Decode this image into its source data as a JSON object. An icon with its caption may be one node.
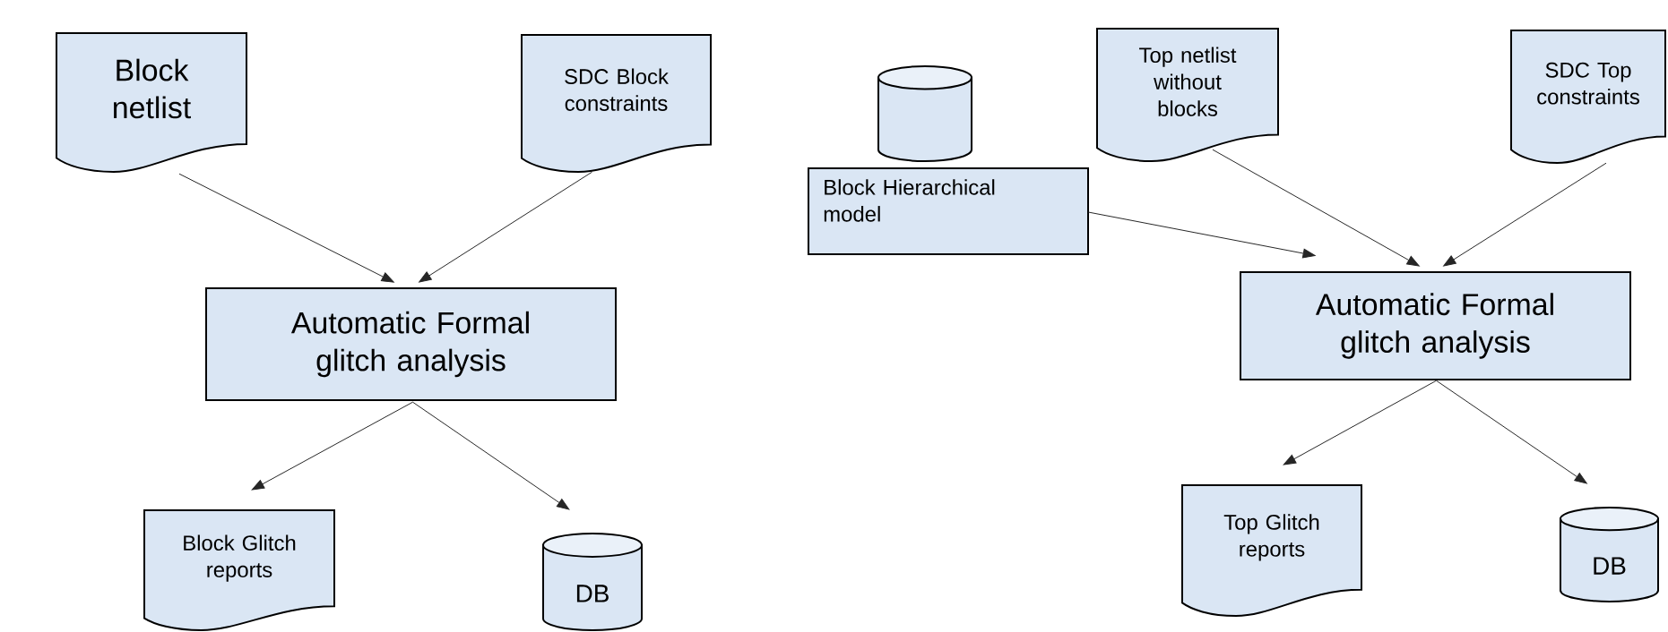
{
  "diagram": {
    "nodes": [
      {
        "text": [
          "Block netlist"
        ]
      },
      {
        "text": [
          "SDC Block constraints"
        ]
      },
      {
        "text": [
          "Automatic Formal glitch analysis"
        ]
      },
      {
        "text": [
          "Block Glitch reports"
        ]
      },
      {
        "text": [
          "DB"
        ]
      },
      {
        "text": [],
        "shape": "cylinder"
      },
      {
        "text": [
          "Block Hierarchical model"
        ]
      },
      {
        "text": [
          "Top netlist without blocks"
        ]
      },
      {
        "text": [
          "SDC Top constraints"
        ]
      },
      {
        "text": [
          "Automatic Formal glitch analysis"
        ]
      },
      {
        "text": [
          "Top Glitch reports"
        ]
      },
      {
        "text": [
          "DB"
        ]
      }
    ],
    "edges": [
      {
        "from": 0,
        "to": 2,
        "arrow": "to"
      },
      {
        "from": 1,
        "to": 2,
        "arrow": "to"
      },
      {
        "from": 2,
        "to": 3,
        "arrow": "to"
      },
      {
        "from": 2,
        "to": 4,
        "arrow": "to"
      },
      {
        "from": 6,
        "to": 9,
        "arrow": "to"
      },
      {
        "from": 7,
        "to": 9,
        "arrow": "to"
      },
      {
        "from": 8,
        "to": 9,
        "arrow": "to"
      },
      {
        "from": 9,
        "to": 10,
        "arrow": "to"
      },
      {
        "from": 9,
        "to": 11,
        "arrow": "to"
      }
    ]
  }
}
